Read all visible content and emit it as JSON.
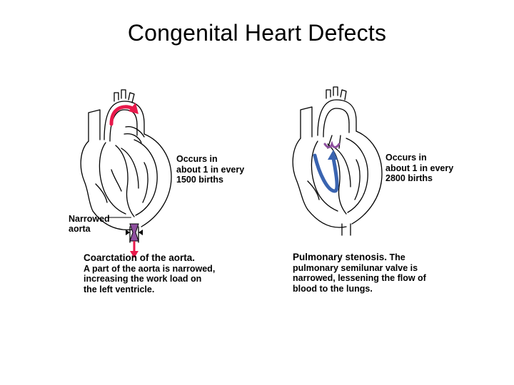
{
  "slide": {
    "title": "Congenital Heart Defects"
  },
  "left_panel": {
    "incidence_lines": [
      "Occurs in",
      "about 1 in every",
      "1500 births"
    ],
    "pointer_label_lines": [
      "Narrowed",
      "aorta"
    ],
    "caption_title": "Coarctation of the aorta.",
    "caption_lines": [
      "A part of the aorta is narrowed,",
      "increasing the work load on",
      "the left ventricle."
    ],
    "arrow_color": "#e8194b",
    "constriction_color": "#8e4f9e"
  },
  "right_panel": {
    "incidence_lines": [
      "Occurs in",
      "about 1 in every",
      "2800 births"
    ],
    "caption_title": "Pulmonary stenosis.",
    "caption_title_rest": " The",
    "caption_lines": [
      "pulmonary semilunar valve is",
      "narrowed, lessening the flow of",
      "blood to the lungs."
    ],
    "arrow_color": "#3a64b0",
    "valve_color": "#8e4f9e"
  }
}
